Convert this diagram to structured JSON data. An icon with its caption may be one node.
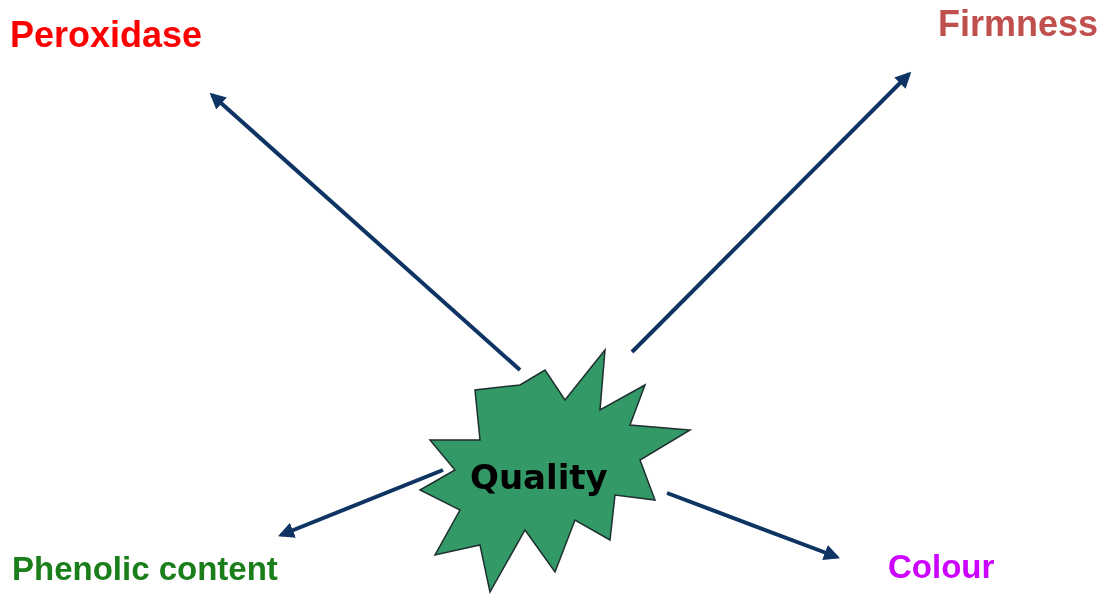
{
  "diagram": {
    "nodes": [
      {
        "text": [
          "Quality"
        ]
      },
      {
        "text": [
          "Peroxidase"
        ]
      },
      {
        "text": [
          "Firmness"
        ]
      },
      {
        "text": [
          "Phenolic content"
        ]
      },
      {
        "text": [
          "Colour"
        ]
      }
    ],
    "edges": [
      {
        "from": 0,
        "to": 1,
        "arrow": "to"
      },
      {
        "from": 0,
        "to": 2,
        "arrow": "to"
      },
      {
        "from": 0,
        "to": 3,
        "arrow": "to"
      },
      {
        "from": 0,
        "to": 4,
        "arrow": "to"
      }
    ]
  }
}
